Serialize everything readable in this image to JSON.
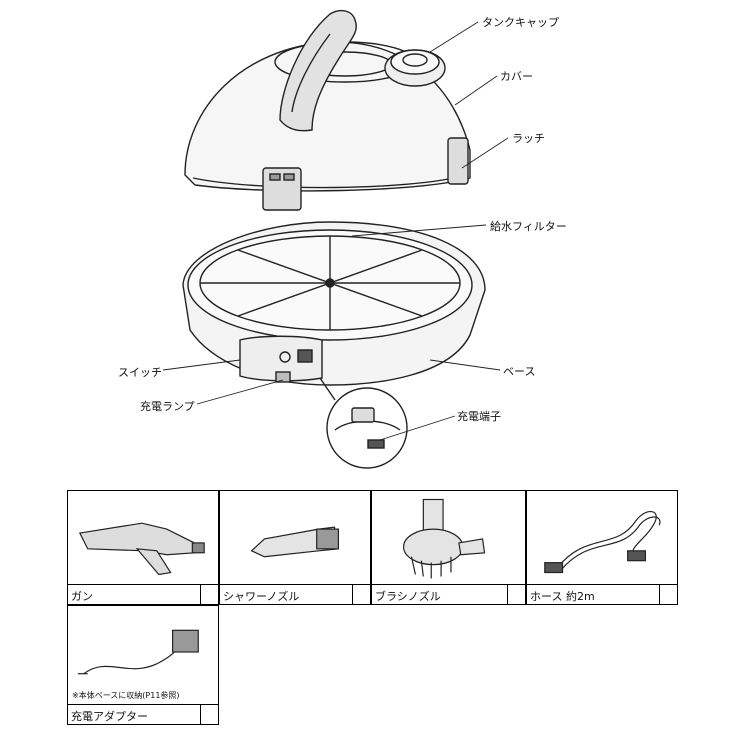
{
  "labels": {
    "tank_cap": "タンクキャップ",
    "cover": "カバー",
    "latch": "ラッチ",
    "filter": "給水フィルター",
    "switch": "スイッチ",
    "charge_lamp": "充電ランプ",
    "base": "ベース",
    "charge_terminal": "充電端子"
  },
  "accessories": [
    {
      "name": "ガン"
    },
    {
      "name": "シャワーノズル"
    },
    {
      "name": "ブラシノズル"
    },
    {
      "name": "ホース 約2m"
    },
    {
      "name": "充電アダプター",
      "note": "※本体ベースに収納(P11参照)"
    }
  ]
}
